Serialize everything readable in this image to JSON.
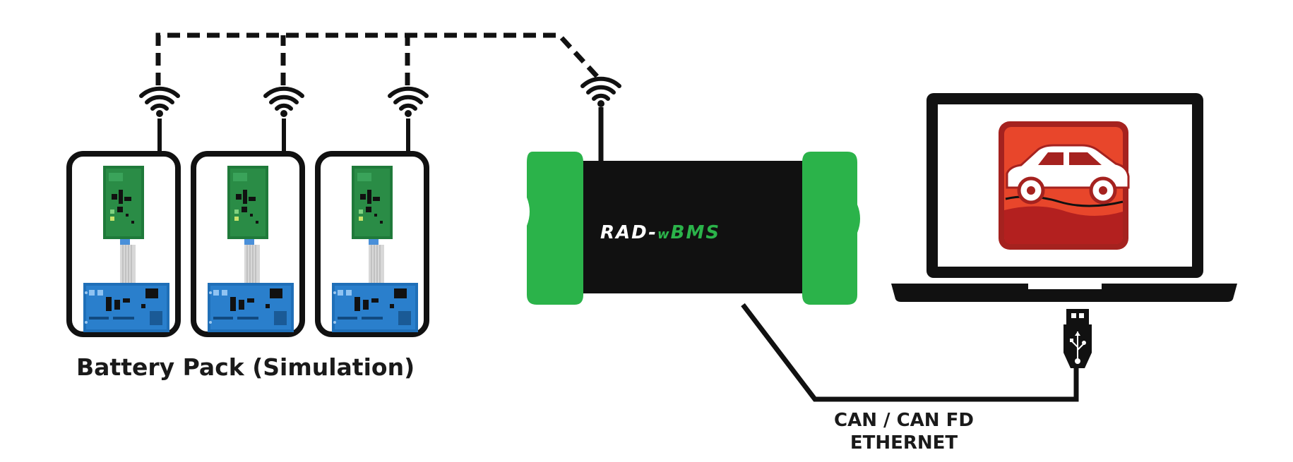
{
  "labels": {
    "battery_pack": "Battery Pack (Simulation)",
    "interface_line1": "CAN / CAN FD",
    "interface_line2": "ETHERNET"
  },
  "device": {
    "brand_part1": "RAD-",
    "brand_part2": "w",
    "brand_part3": "BMS",
    "icons": [
      "antenna-icon",
      "wifi-icon"
    ]
  },
  "battery_modules": [
    {
      "id": "module-1",
      "icons": [
        "wifi-icon",
        "antenna-icon"
      ]
    },
    {
      "id": "module-2",
      "icons": [
        "wifi-icon",
        "antenna-icon"
      ]
    },
    {
      "id": "module-3",
      "icons": [
        "wifi-icon",
        "antenna-icon"
      ]
    }
  ],
  "laptop": {
    "icons": [
      "car-icon",
      "usb-icon"
    ]
  },
  "colors": {
    "outline": "#111111",
    "device_green": "#2bb34a",
    "brand_white": "#ffffff",
    "brand_green": "#2bb34a",
    "pcb_green": "#1f7a3a",
    "pcb_blue": "#1f6fb8",
    "car_tile_top": "#e8462b",
    "car_tile_bottom": "#b3201f"
  }
}
